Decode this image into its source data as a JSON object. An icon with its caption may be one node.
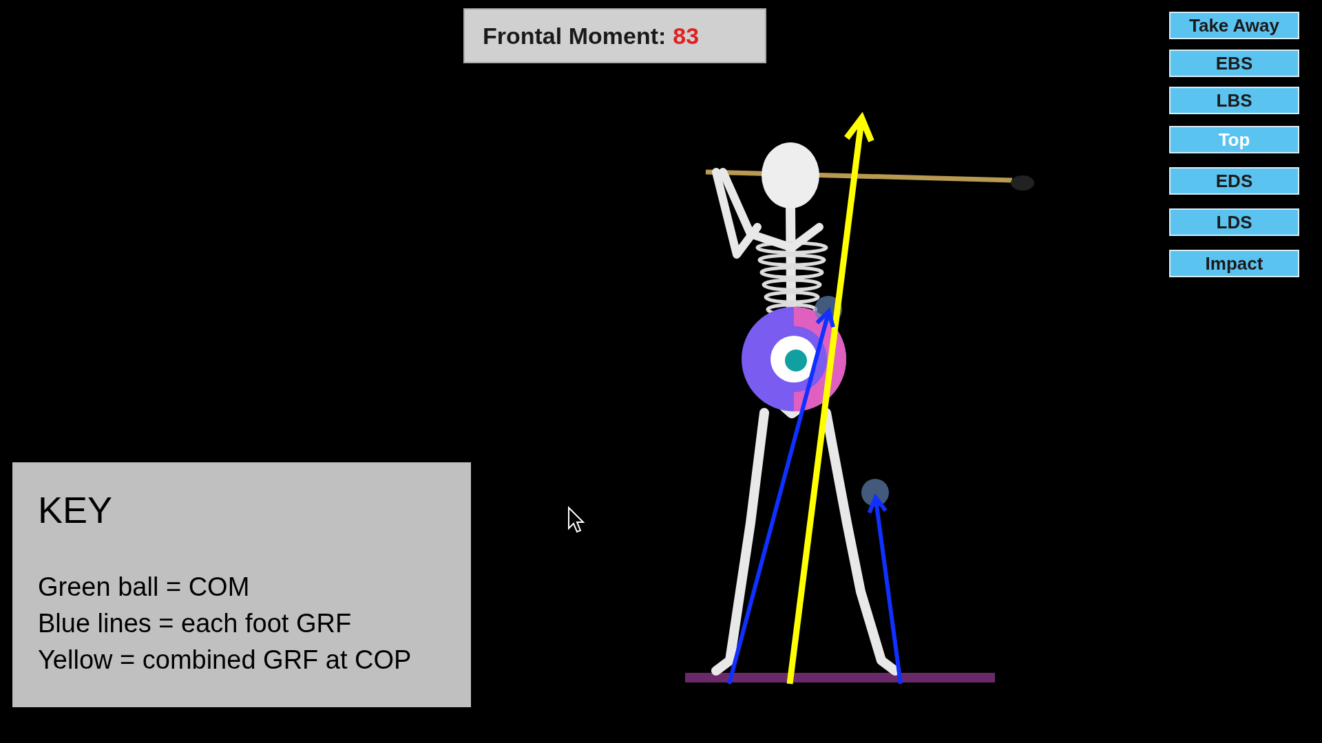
{
  "diagram": {
    "labels": [
      "Frontal Moment:",
      "83",
      "Take Away",
      "EBS",
      "LBS",
      "Top",
      "EDS",
      "LDS",
      "Impact",
      "KEY",
      "Green ball = COM",
      "Blue lines = each foot GRF",
      "Yellow = combined GRF at COP"
    ]
  }
}
